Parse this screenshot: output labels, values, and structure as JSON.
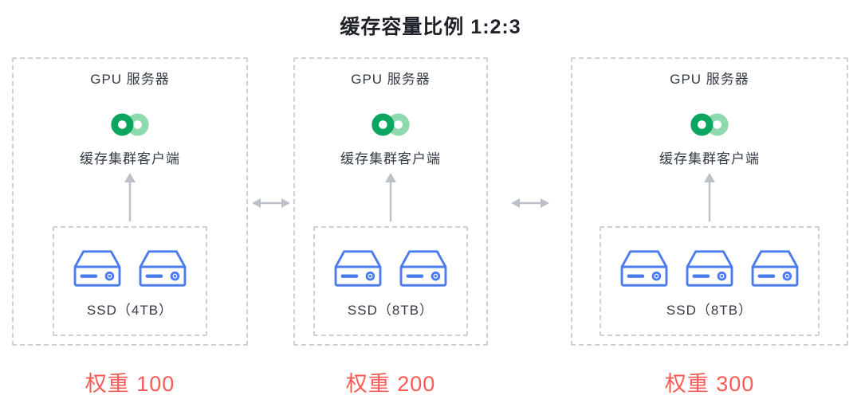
{
  "title": "缓存容量比例 1:2:3",
  "servers": [
    {
      "name": "GPU 服务器",
      "client_label": "缓存集群客户端",
      "ssd_count": 2,
      "ssd_label": "SSD（4TB）",
      "weight_label": "权重 100"
    },
    {
      "name": "GPU 服务器",
      "client_label": "缓存集群客户端",
      "ssd_count": 2,
      "ssd_label": "SSD（8TB）",
      "weight_label": "权重 200"
    },
    {
      "name": "GPU 服务器",
      "client_label": "缓存集群客户端",
      "ssd_count": 3,
      "ssd_label": "SSD（8TB）",
      "weight_label": "权重 300"
    }
  ],
  "icons": {
    "logo": "infinity-cache-logo",
    "disk": "ssd-disk-icon",
    "up_arrow": "up-arrow-icon",
    "double_arrow": "bidirectional-arrow-icon"
  },
  "colors": {
    "title_text": "#1f2329",
    "body_text": "#333a43",
    "weight_red": "#f85b55",
    "disk_blue": "#4a7cf0",
    "logo_dark_green": "#0ca55f",
    "logo_light_green": "#8fd9ae",
    "arrow_gray": "#bcc1c9",
    "dashed_border_gray": "#ccd1d8"
  }
}
